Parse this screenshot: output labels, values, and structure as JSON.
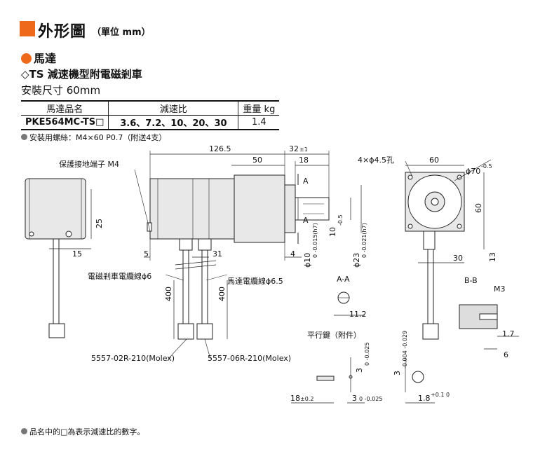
{
  "header": {
    "title": "外形圖",
    "unit": "（單位 mm）"
  },
  "motor_heading": "馬達",
  "series_title": "◇TS 減速機型附電磁剎車",
  "mount_size": "安裝尺寸 60mm",
  "spec_table": {
    "headers": [
      "馬達品名",
      "減速比",
      "重量 kg"
    ],
    "row": [
      "PKE564MC-TS□",
      "3.6、7.2、10、20、30",
      "1.4"
    ]
  },
  "screw_note": "安裝用螺絲：M4×60 P0.7（附送4支）",
  "drawing": {
    "labels": {
      "ground_terminal": "保護接地端子 M4",
      "brake_cable": "電磁剎車電纜線ϕ6",
      "motor_cable": "馬達電纜線ϕ6.5",
      "connector_brake": "5557-02R-210(Molex)",
      "connector_motor": "5557-06R-210(Molex)",
      "holes": "4×ϕ4.5孔",
      "section_aa": "A-A",
      "section_bb": "B-B",
      "key_title": "平行鍵（附件）",
      "m3": "M3",
      "a": "A"
    },
    "dims": {
      "d126_5": "126.5",
      "d32": "32",
      "d32_tol": "±1",
      "d50": "50",
      "d18": "18",
      "d60_top": "60",
      "d70": "ϕ70",
      "d70_tol": "-0.5",
      "d60_side": "60",
      "d25": "25",
      "d15": "15",
      "d5": "5",
      "d31": "31",
      "d4": "4",
      "d400_a": "400",
      "d400_b": "400",
      "d10": "ϕ10",
      "d10_tol": "0 -0.015(h7)",
      "d23": "ϕ23",
      "d23_tol": "0 -0.021(h7)",
      "d10_5": "10",
      "d10_5_tol": "-0.5",
      "d30": "30",
      "d13": "13",
      "d11_2": "11.2",
      "d1_7": "1.7",
      "d6": "6",
      "d18_key": "18",
      "d18_key_tol": "±0.2",
      "d3_a": "3",
      "d3_a_tol": "0 -0.025",
      "d3_b": "3",
      "d3_b_tol": "0 -0.025",
      "d3_c": "3",
      "d3_c_tol": "-0.004 -0.029",
      "d1_8": "1.8",
      "d1_8_tol": "+0.1 0"
    }
  },
  "footnote": "品名中的□為表示減速比的數字。",
  "colors": {
    "accent": "#ee6a1a",
    "body_fill": "#e8e8e8",
    "line": "#222222"
  }
}
